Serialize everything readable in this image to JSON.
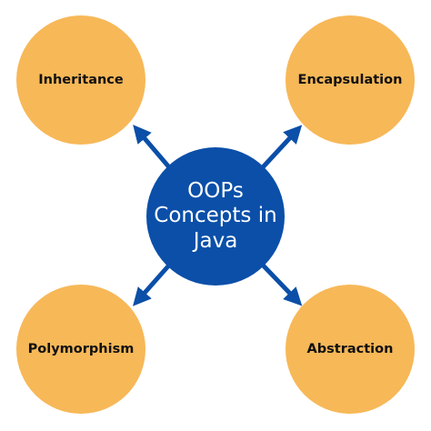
{
  "colors": {
    "background": "#ffffff",
    "center_fill": "#0b4fa8",
    "concept_fill": "#f7b858",
    "arrow": "#0b4fa8",
    "center_text": "#ffffff",
    "concept_text": "#111111"
  },
  "center": {
    "label": "OOPs Concepts in Java"
  },
  "concepts": {
    "inheritance": "Inheritance",
    "encapsulation": "Encapsulation",
    "polymorphism": "Polymorphism",
    "abstraction": "Abstraction"
  }
}
